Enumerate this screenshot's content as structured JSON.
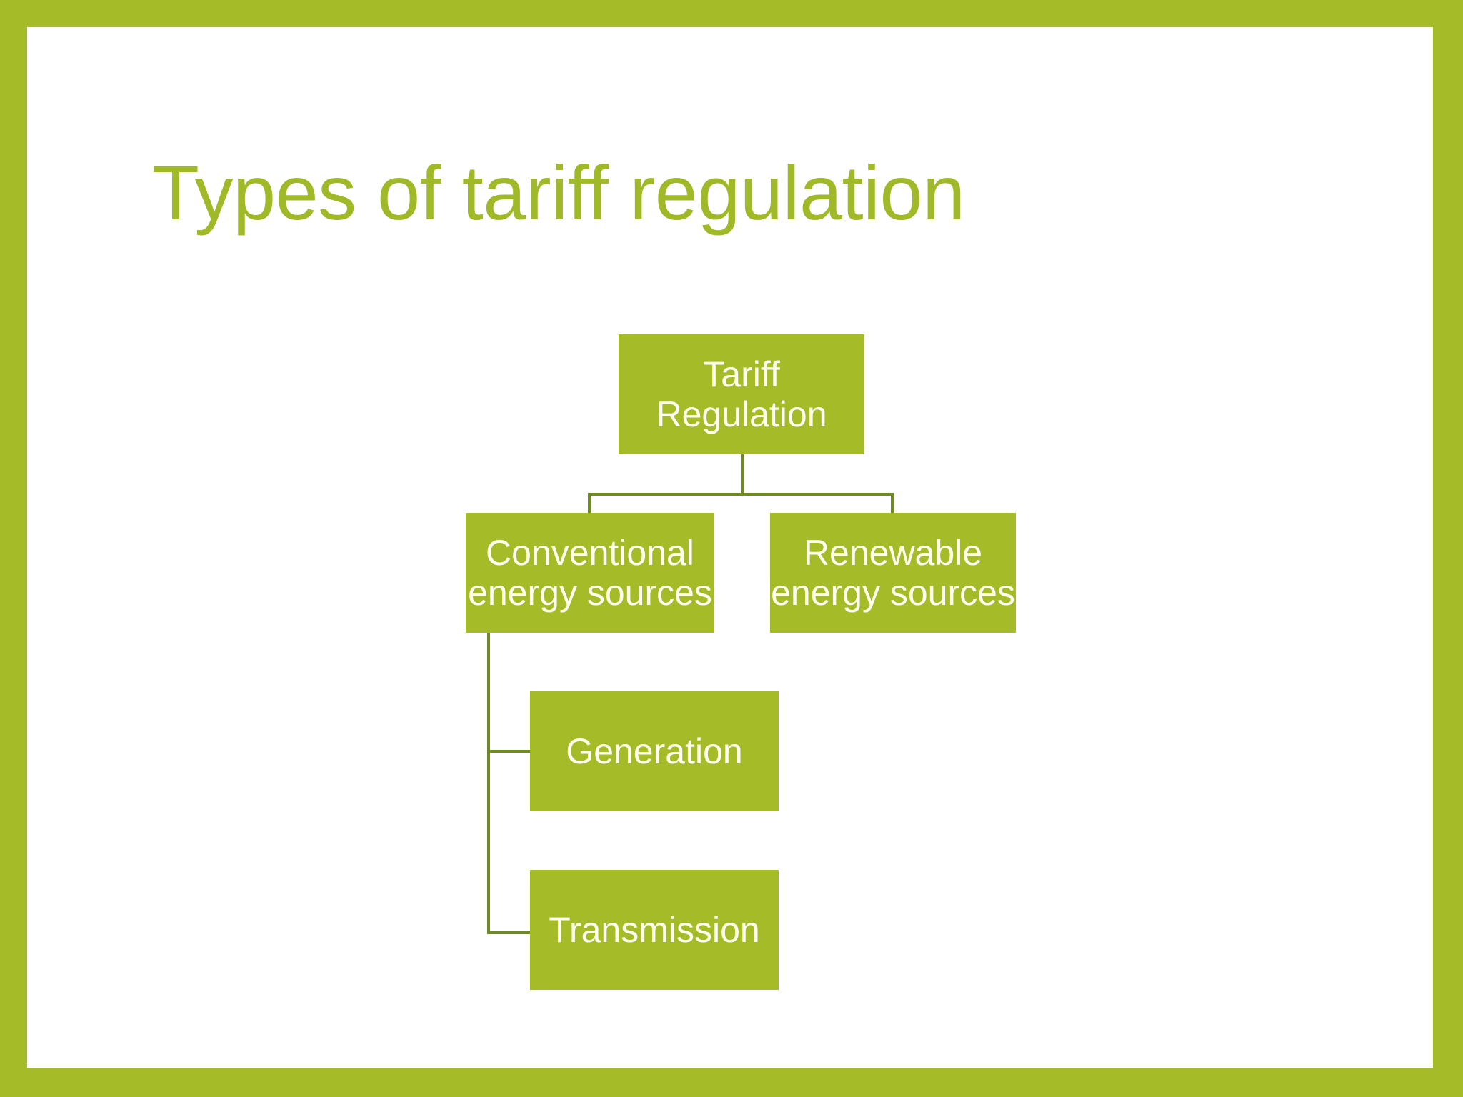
{
  "slide": {
    "title": "Types of tariff regulation",
    "background_color": "#FFFFFF",
    "frame_color": "#A5BC28",
    "title_color": "#A0B928"
  },
  "diagram": {
    "type": "hierarchy-tree",
    "node_fill_color": "#A5BC28",
    "node_text_color": "#FFFFF0",
    "connector_color": "#6E8B22",
    "nodes": {
      "root": {
        "label_line1": "Tariff",
        "label_line2": "Regulation",
        "level": 0
      },
      "conventional": {
        "label_line1": "Conventional",
        "label_line2": "energy sources",
        "level": 1
      },
      "renewable": {
        "label_line1": "Renewable",
        "label_line2": "energy sources",
        "level": 1
      },
      "generation": {
        "label": "Generation",
        "level": 2
      },
      "transmission": {
        "label": "Transmission",
        "level": 2
      }
    },
    "edges": [
      {
        "from": "root",
        "to": "conventional"
      },
      {
        "from": "root",
        "to": "renewable"
      },
      {
        "from": "conventional",
        "to": "generation"
      },
      {
        "from": "conventional",
        "to": "transmission"
      }
    ]
  }
}
